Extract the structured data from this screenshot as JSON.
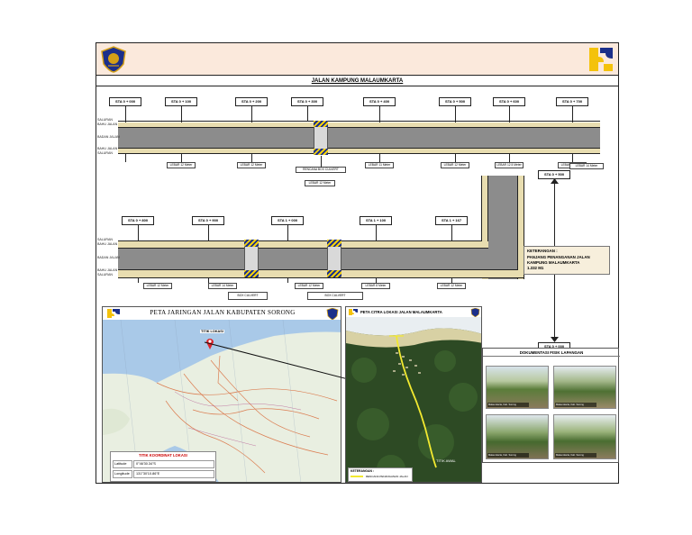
{
  "title": "JALAN KAMPUNG MALAUMKARTA",
  "top_section": {
    "stations": [
      "STA 0 + 000",
      "STA 0 + 100",
      "STA 0 + 200",
      "STA 0 + 300",
      "STA 0 + 400",
      "STA 0 + 500",
      "STA 0 + 600",
      "STA 0 + 700"
    ],
    "side_labels": [
      "SALURAN",
      "BAHU JALAN",
      "BADAN JALAN",
      "BAHU JALAN",
      "SALURAN"
    ],
    "lebar": [
      "LEBAR 12 Meter",
      "LEBAR 12 Meter",
      "LEBAR 11 Meter",
      "LEBAR 12 Meter",
      "LEBAR 12.5 Meter",
      "LEBAR 14 Meter"
    ],
    "culvert_label": "RENCANA BOX CULVERT",
    "culvert_lebar": "LEBAR 12 Meter"
  },
  "bottom_section": {
    "stations": [
      "STA 0 + 800",
      "STA 0 + 900",
      "STA 1 + 000",
      "STA 1 + 100",
      "STA 1 + 167"
    ],
    "side_labels": [
      "SALURAN",
      "BAHU JALAN",
      "BADAN JALAN",
      "BAHU JALAN",
      "SALURAN"
    ],
    "lebar": [
      "LEBAR 12 Meter",
      "LEBAR 14 Meter",
      "LEBAR 12 Meter",
      "LEBAR 8 Meter",
      "LEBAR 12 Meter"
    ],
    "culvert_labels": [
      "BOX CULVERT",
      "BOX CULVERT"
    ]
  },
  "branch": {
    "sta_top": "STA 0 + 500",
    "sta_bottom": "STA 0 + 000",
    "top_lebar": "LEBAR 14 Meter"
  },
  "keterangan": {
    "heading": "KETERANGAN :",
    "text": "PANJANG PENANGANAN JALAN KAMPUNG MALAUMKARTA",
    "length": "1.332 M1"
  },
  "map_panel": {
    "title": "PETA JARINGAN JALAN KABUPATEN SORONG",
    "marker_label": "TITIK LOKASI",
    "coord_title": "TITIK KOORDINAT LOKASI",
    "lat_label": "Latitude",
    "lat_value": "0°46'30.34\"S",
    "lon_label": "Longitude",
    "lon_value": "131°30'10.86\"E"
  },
  "sat_panel": {
    "title": "PETA CITRA LOKASI JALAN MALAUMKARTA",
    "point_label": "TITIK AWAL",
    "legend_title": "KETERANGAN :",
    "legend_item": "RENCANA PENANGANAN JALAN"
  },
  "photo_panel": {
    "title": "DOKUMENTASI FISIK LAPANGAN",
    "captions": [
      "Malaumkarta, Kab. Sorong",
      "Malaumkarta, Kab. Sorong",
      "Malaumkarta, Kab. Sorong",
      "Malaumkarta, Kab. Sorong"
    ]
  },
  "colors": {
    "header_bg": "#fbe9dc",
    "road": "#8c8c8c",
    "shoulder": "#e8ddb0",
    "hatch_yellow": "#f4d20b",
    "hatch_blue": "#1b2f8a",
    "route": "#f2e930",
    "marker": "#d9242a"
  }
}
